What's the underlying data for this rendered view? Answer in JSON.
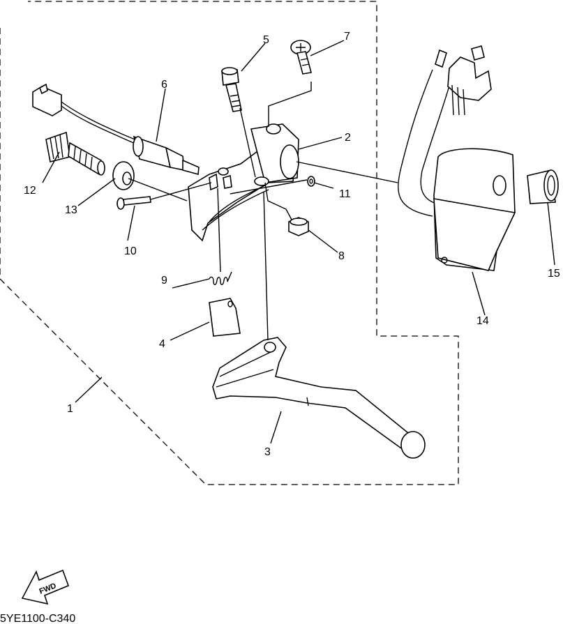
{
  "diagram": {
    "catalog_code": "5YE1100-C340",
    "fwd_label": "FWD",
    "part_numbers": [
      "1",
      "2",
      "3",
      "4",
      "5",
      "6",
      "7",
      "8",
      "9",
      "10",
      "11",
      "12",
      "13",
      "14",
      "15"
    ]
  }
}
